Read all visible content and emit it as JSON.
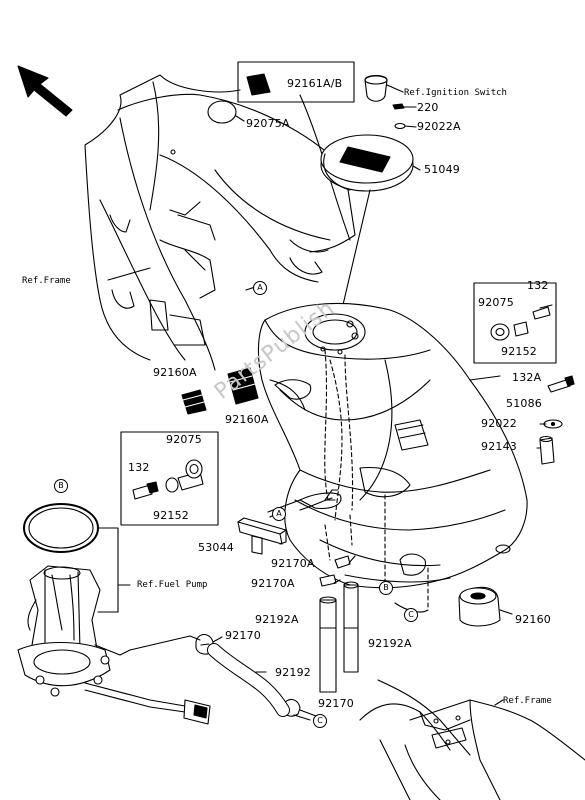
{
  "parts": {
    "p92161AB": "92161A/B",
    "p92075A": "92075A",
    "p220": "220",
    "p92022A": "92022A",
    "p51049": "51049",
    "p92160A_1": "92160A",
    "p92160A_2": "92160A",
    "p132_r": "132",
    "p92075_r": "92075",
    "p92152_r": "92152",
    "p132A": "132A",
    "p51086": "51086",
    "p92022": "92022",
    "p92143": "92143",
    "p92075_l": "92075",
    "p132_l": "132",
    "p92152_l": "92152",
    "p53044": "53044",
    "p92170A_1": "92170A",
    "p92170A_2": "92170A",
    "p92192A_1": "92192A",
    "p92192A_2": "92192A",
    "p92160": "92160",
    "p92170_1": "92170",
    "p92192": "92192",
    "p92170_2": "92170"
  },
  "refs": {
    "ignition": "Ref.Ignition Switch",
    "frame_top": "Ref.Frame",
    "fuel_pump": "Ref.Fuel Pump",
    "frame_bottom": "Ref.Frame"
  },
  "callouts": {
    "a1": "A",
    "a2": "A",
    "b1": "B",
    "b2": "B",
    "c1": "C",
    "c2": "C"
  },
  "watermark": "PartsPublish"
}
